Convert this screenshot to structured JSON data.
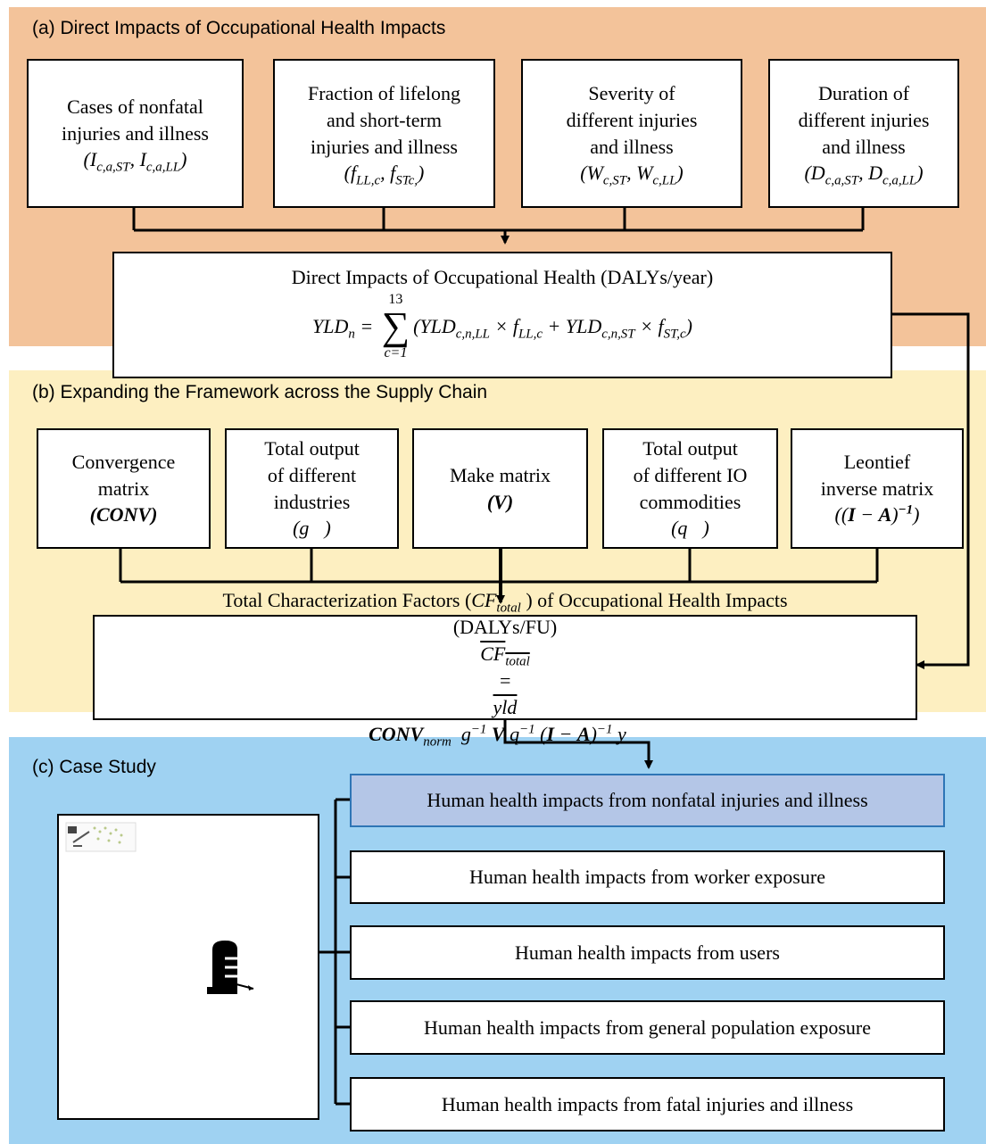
{
  "section_a": {
    "title": "(a) Direct Impacts of Occupational Health Impacts",
    "inputs": [
      {
        "line1": "Cases of nonfatal",
        "line2": "injuries and illness",
        "line3": "",
        "symbol": "(I c,a,ST , I c,a,LL)"
      },
      {
        "line1": "Fraction of lifelong",
        "line2": "and short-term",
        "line3": "injuries and illness",
        "symbol": "(f LL,c , f STc,)"
      },
      {
        "line1": "Severity of",
        "line2": "different injuries",
        "line3": "and illness",
        "symbol": "(W c,ST , W c,LL)"
      },
      {
        "line1": "Duration of",
        "line2": "different injuries",
        "line3": "and illness",
        "symbol": "(D c,a,ST , D c,a,LL)"
      }
    ],
    "result": {
      "title": "Direct Impacts of Occupational Health (DALYs/year)",
      "formula": "YLD_n = Σ_{c=1}^{13} (YLD_{c,n,LL} × f_{LL,c} + YLD_{c,n,ST} × f_{ST,c})",
      "sum_upper": "13",
      "sum_lower": "c=1"
    }
  },
  "section_b": {
    "title": "(b) Expanding the Framework across the Supply Chain",
    "inputs": [
      {
        "line1": "Convergence",
        "line2": "matrix",
        "line3": "",
        "symbol": "(CONV)"
      },
      {
        "line1": "Total output",
        "line2": "of different",
        "line3": "industries",
        "symbol": "(g⃗)"
      },
      {
        "line1": "Make matrix",
        "line2": "",
        "line3": "",
        "symbol": "(V)"
      },
      {
        "line1": "Total output",
        "line2": "of different IO",
        "line3": "commodities",
        "symbol": "(q⃗)"
      },
      {
        "line1": "Leontief",
        "line2": "inverse matrix",
        "line3": "",
        "symbol": "((I − A)⁻¹)"
      }
    ],
    "result": {
      "line1": "Total Characterization Factors (CF_total ) of Occupational Health Impacts",
      "line2": "(DALYs/FU)",
      "formula": "CF_total = yld CONV_norm g^-1 V q^-1 (I − A)^-1 y"
    }
  },
  "section_c": {
    "title": "(c) Case Study",
    "outputs": [
      "Human health impacts from nonfatal injuries and illness",
      "Human health impacts from worker exposure",
      "Human health impacts from users",
      "Human health impacts from general population exposure",
      "Human health impacts from fatal injuries and illness"
    ]
  },
  "colors": {
    "section_a_bg": "#f3c39a",
    "section_b_bg": "#fdefc1",
    "section_c_bg": "#9fd2f2",
    "highlight_fill": "#b4c6e7",
    "highlight_border": "#2e75b6"
  }
}
